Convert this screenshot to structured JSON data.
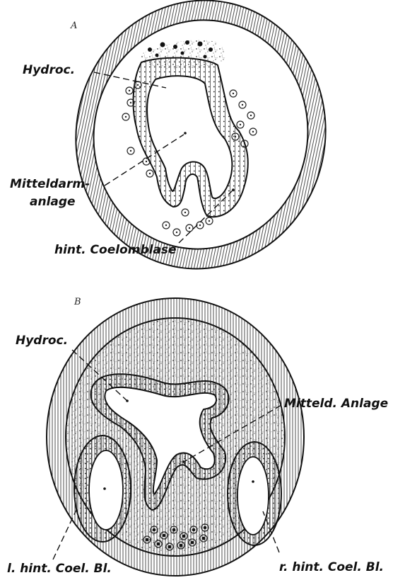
{
  "panels": [
    {
      "letter": "A",
      "labels": {
        "hydroc": "Hydroc.",
        "mitteldarm_1": "Mitteldarm-",
        "mitteldarm_2": "anlage",
        "coelomblase": "hint. Coelomblase"
      }
    },
    {
      "letter": "B",
      "labels": {
        "hydroc": "Hydroc.",
        "mitteld_anlage": "Mitteld. Anlage",
        "left_coel": "l. hint. Coel. Bl.",
        "right_coel": "r. hint. Coel. Bl."
      }
    }
  ],
  "colors": {
    "ink": "#111111",
    "paper": "#ffffff"
  }
}
